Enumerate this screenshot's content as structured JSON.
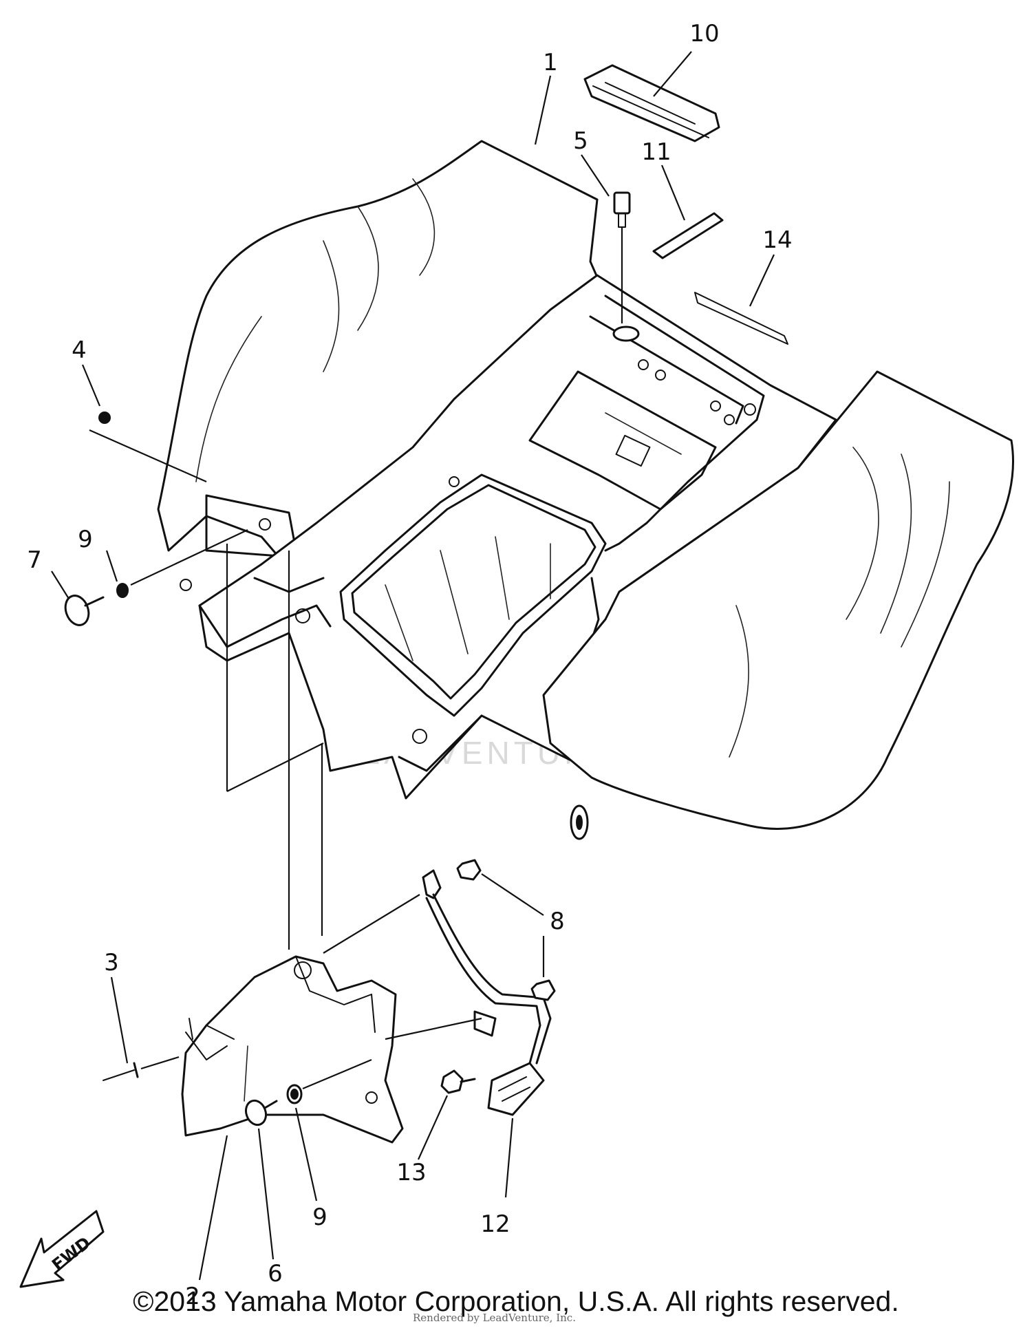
{
  "parts": {
    "1": "1",
    "2": "2",
    "3": "3",
    "4": "4",
    "5": "5",
    "6": "6",
    "7": "7",
    "8": "8",
    "9a": "9",
    "9b": "9",
    "10": "10",
    "11": "11",
    "12": "12",
    "13": "13",
    "14": "14"
  },
  "fwd_label": "FWD",
  "watermark": "LEADVENTURE",
  "copyright": "©2013 Yamaha Motor Corporation, U.S.A. All rights reserved.",
  "render_note": "Rendered by LeadVenture, Inc."
}
